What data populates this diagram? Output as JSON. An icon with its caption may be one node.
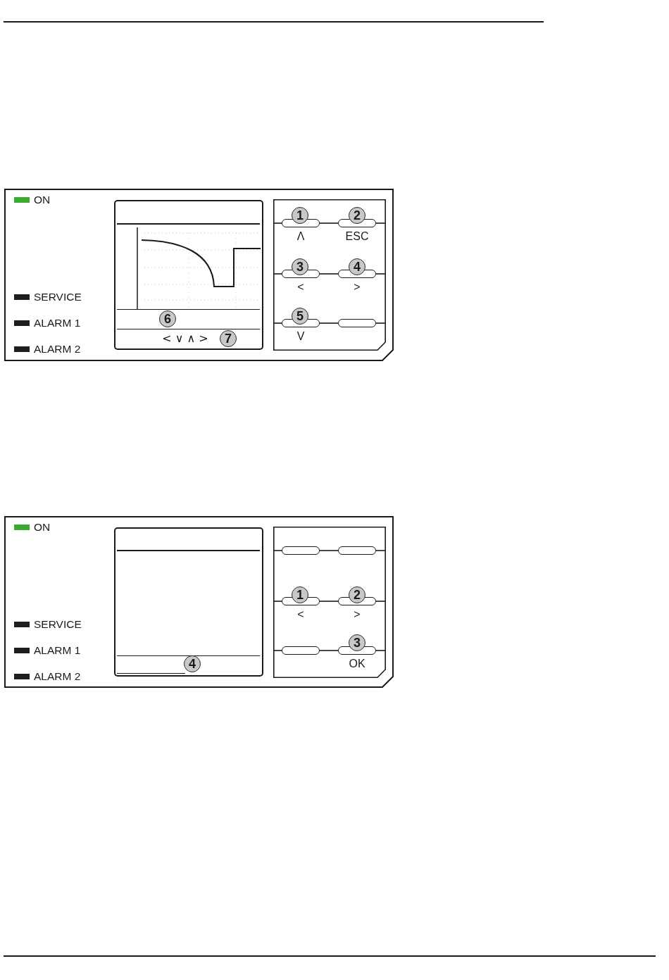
{
  "diagram": {
    "nodes": [
      {
        "text": [],
        "shape": "box"
      },
      {
        "text": [
          "ON"
        ],
        "in": 0
      },
      {
        "text": [
          "SERVICE"
        ],
        "in": 0
      },
      {
        "text": [
          "ALARM 1"
        ],
        "in": 0
      },
      {
        "text": [
          "ALARM 2"
        ],
        "in": 0
      },
      {
        "text": [
          "< ∨ ∧ >"
        ],
        "in": 0
      },
      {
        "text": [
          "6"
        ],
        "in": 5
      },
      {
        "text": [
          "7"
        ],
        "in": 5
      },
      {
        "text": [],
        "shape": "box",
        "in": 0
      },
      {
        "text": [],
        "shape": "box",
        "in": 8,
        "beside": [
          "Λ"
        ]
      },
      {
        "text": [
          "1"
        ],
        "in": 8
      },
      {
        "text": [],
        "shape": "box",
        "in": 8,
        "beside": [
          "ESC"
        ]
      },
      {
        "text": [
          "2"
        ],
        "in": 8
      },
      {
        "text": [],
        "shape": "box",
        "in": 8,
        "beside": [
          "<"
        ]
      },
      {
        "text": [
          "3"
        ],
        "in": 8
      },
      {
        "text": [],
        "shape": "box",
        "in": 8,
        "beside": [
          ">"
        ]
      },
      {
        "text": [
          "4"
        ],
        "in": 8
      },
      {
        "text": [],
        "shape": "box",
        "in": 8,
        "beside": [
          "V"
        ]
      },
      {
        "text": [
          "5"
        ],
        "in": 8
      },
      {
        "text": [],
        "shape": "box",
        "in": 8
      },
      {
        "text": [],
        "shape": "box"
      },
      {
        "text": [
          "ON"
        ],
        "in": 20
      },
      {
        "text": [
          "SERVICE"
        ],
        "in": 20
      },
      {
        "text": [
          "ALARM 1"
        ],
        "in": 20
      },
      {
        "text": [
          "ALARM 2"
        ],
        "in": 20
      },
      {
        "text": [],
        "shape": "box",
        "in": 20
      },
      {
        "text": [
          "4"
        ],
        "in": 25
      },
      {
        "text": [],
        "shape": "box",
        "in": 20
      },
      {
        "text": [],
        "shape": "box",
        "in": 27
      },
      {
        "text": [],
        "shape": "box",
        "in": 27
      },
      {
        "text": [],
        "shape": "box",
        "in": 27,
        "beside": [
          "<"
        ]
      },
      {
        "text": [
          "1"
        ],
        "in": 27
      },
      {
        "text": [],
        "shape": "box",
        "in": 27,
        "beside": [
          ">"
        ]
      },
      {
        "text": [
          "2"
        ],
        "in": 27
      },
      {
        "text": [],
        "shape": "box",
        "in": 27
      },
      {
        "text": [],
        "shape": "box",
        "in": 27,
        "beside": [
          "OK"
        ]
      },
      {
        "text": [
          "3"
        ],
        "in": 27
      }
    ],
    "edges": [
      {
        "from": 9,
        "to": 11,
        "arrow": "none"
      },
      {
        "from": 13,
        "to": 15,
        "arrow": "none"
      },
      {
        "from": 17,
        "to": 19,
        "arrow": "none"
      },
      {
        "from": 28,
        "to": 29,
        "arrow": "none"
      },
      {
        "from": 30,
        "to": 32,
        "arrow": "none"
      },
      {
        "from": 34,
        "to": 35,
        "arrow": "none"
      }
    ]
  }
}
